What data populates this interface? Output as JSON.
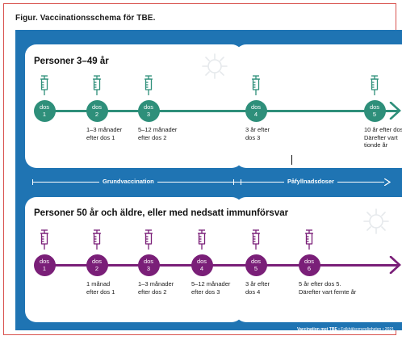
{
  "figure": {
    "title": "Figur. Vaccinationsschema för TBE."
  },
  "colors": {
    "panel_blue": "#1f74b3",
    "group1_green": "#2e8f7a",
    "group2_purple": "#7a1f78",
    "card_white": "#ffffff"
  },
  "group1": {
    "title": "Personer 3–49 år",
    "doses": [
      {
        "word": "dos",
        "number": "1",
        "note_lines": []
      },
      {
        "word": "dos",
        "number": "2",
        "note_lines": [
          "1–3 månader",
          "efter dos 1"
        ]
      },
      {
        "word": "dos",
        "number": "3",
        "note_lines": [
          "5–12 månader",
          "efter dos 2"
        ]
      },
      {
        "word": "dos",
        "number": "4",
        "note_lines": [
          "3 år efter",
          "dos 3"
        ]
      },
      {
        "word": "dos",
        "number": "5",
        "note_lines": [
          "10 år efter dos 4.",
          "Därefter vart",
          "tionde år"
        ]
      }
    ]
  },
  "bands": {
    "grund": "Grundvaccination",
    "pafyllnad": "Påfyllnadsdoser"
  },
  "group2": {
    "title": "Personer 50 år och äldre, eller med nedsatt immunförsvar",
    "doses": [
      {
        "word": "dos",
        "number": "1",
        "note_lines": []
      },
      {
        "word": "dos",
        "number": "2",
        "note_lines": [
          "1 månad",
          "efter dos 1"
        ]
      },
      {
        "word": "dos",
        "number": "3",
        "note_lines": [
          "1–3 månader",
          "efter dos 2"
        ]
      },
      {
        "word": "dos",
        "number": "4",
        "note_lines": [
          "5–12 månader",
          "efter dos 3"
        ]
      },
      {
        "word": "dos",
        "number": "5",
        "note_lines": [
          "3 år efter",
          "dos 4"
        ]
      },
      {
        "word": "dos",
        "number": "6",
        "note_lines": [
          "5 år efter dos 5.",
          "Därefter vart femte år"
        ]
      }
    ]
  },
  "footer": {
    "bold": "Vaccination mot TBE",
    "rest": " • Folkhälsomyndigheten • 2021"
  },
  "icons": {
    "syringe": "syringe-icon",
    "virus": "virus-icon",
    "arrow": "arrow-right-icon"
  }
}
